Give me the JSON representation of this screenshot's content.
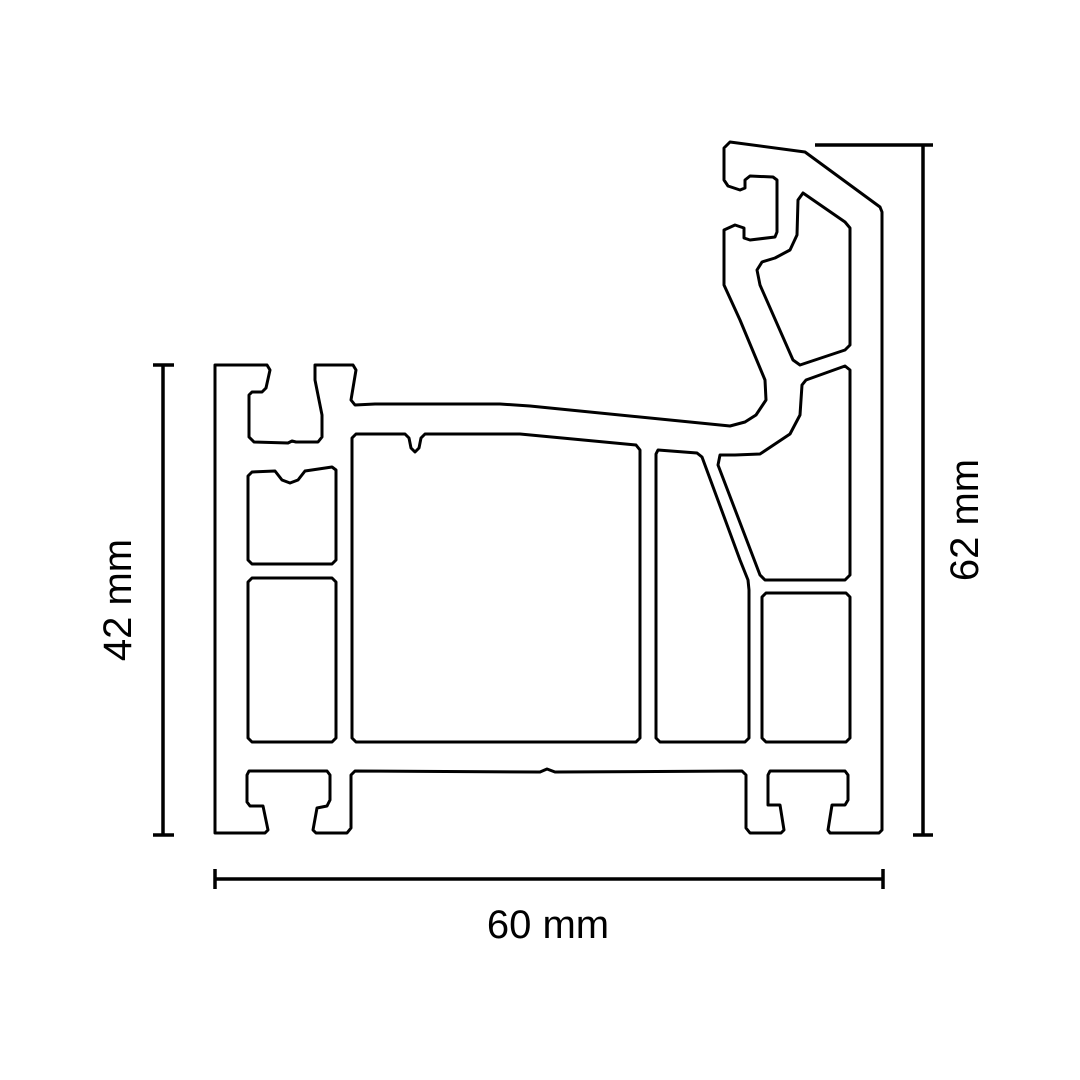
{
  "diagram": {
    "title": "Window profile cross-section",
    "dimensions": {
      "height_left": "42 mm",
      "height_right": "62 mm",
      "width": "60 mm"
    },
    "colors": {
      "stroke": "#000000",
      "background": "#ffffff"
    }
  }
}
